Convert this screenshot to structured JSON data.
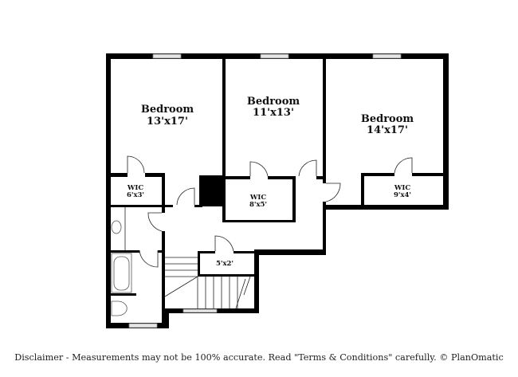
{
  "rooms": {
    "bedroom1": {
      "name": "Bedroom",
      "size": "13'x17'"
    },
    "bedroom2": {
      "name": "Bedroom",
      "size": "11'x13'"
    },
    "bedroom3": {
      "name": "Bedroom",
      "size": "14'x17'"
    },
    "wic1": {
      "name": "WIC",
      "size": "6'x3'"
    },
    "wic2": {
      "name": "WIC",
      "size": "8'x5'"
    },
    "wic3": {
      "name": "WIC",
      "size": "9'x4'"
    },
    "closet": {
      "size": "5'x2'"
    }
  },
  "disclaimer": "Disclaimer - Measurements may not be 100% accurate. Read \"Terms & Conditions\" carefully. © PlanOmatic"
}
